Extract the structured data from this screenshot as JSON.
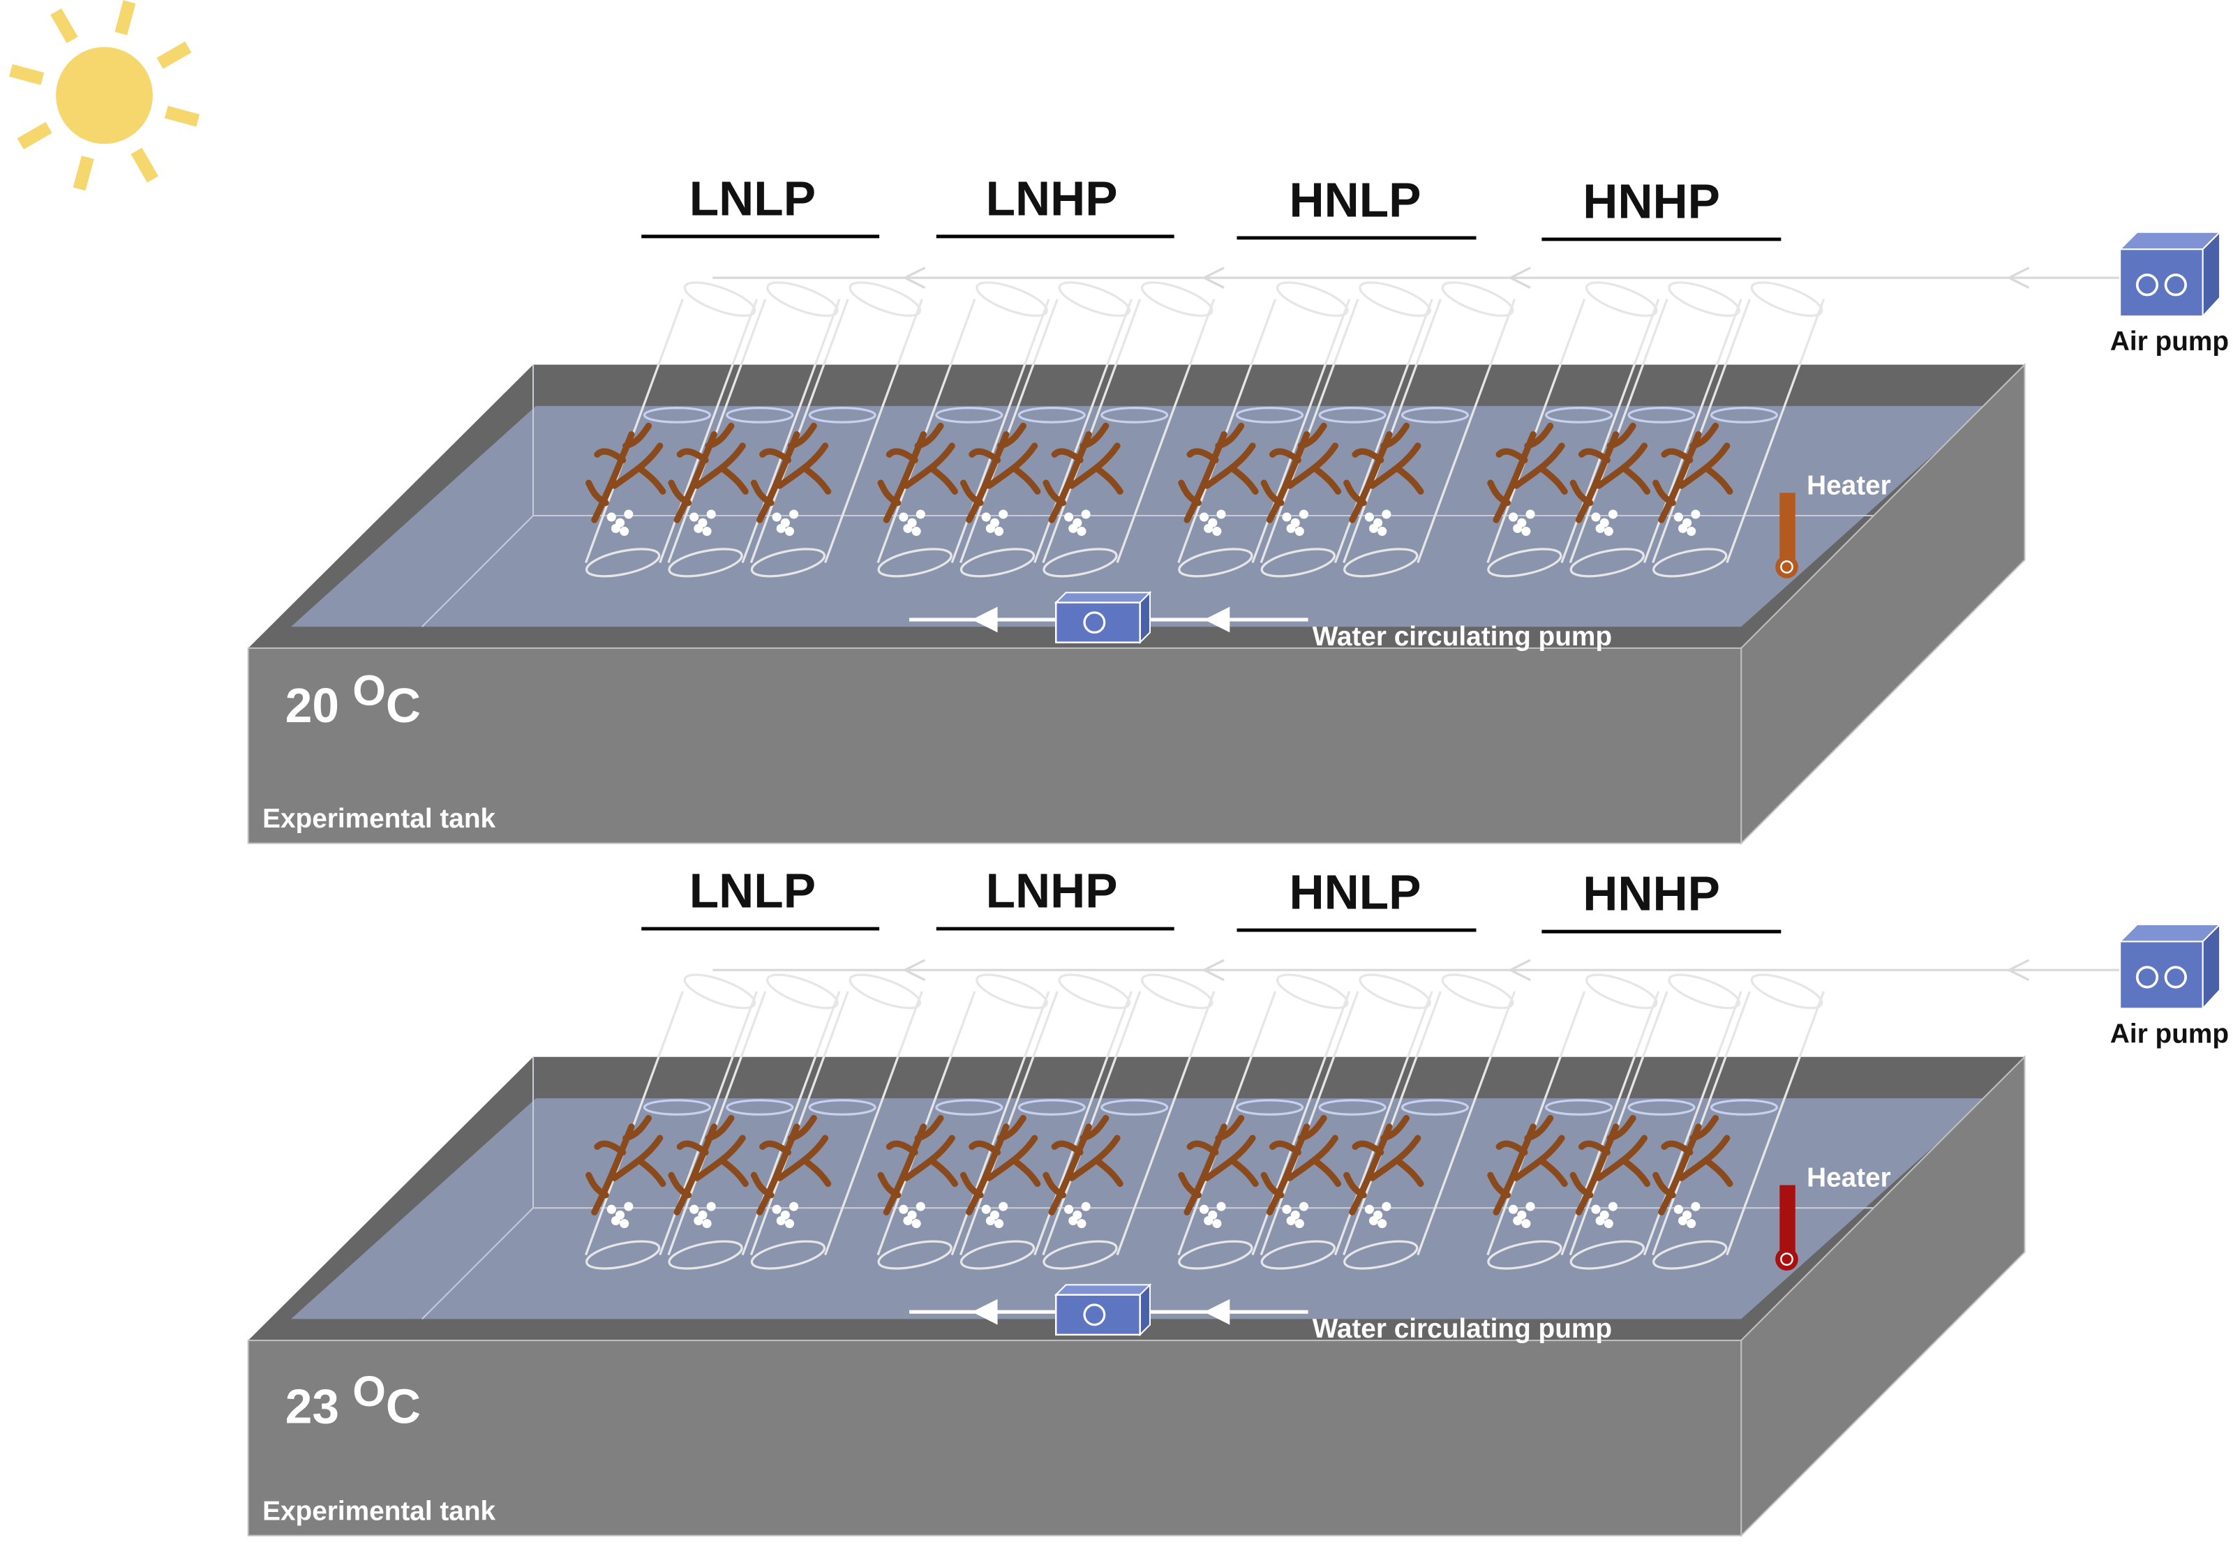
{
  "colors": {
    "tank_side": "#808080",
    "tank_top": "#666666",
    "water": "#8a94ad",
    "tube": "#e6e6e6",
    "seaweed": "#8b4a1c",
    "pump": "#5e76c2",
    "sun": "#f5d76e",
    "heater_low": "#b55a1f",
    "heater_high": "#a80f0f"
  },
  "sun": {
    "icon": "sun-icon"
  },
  "tanks": [
    {
      "temperature_value": "20 ",
      "temperature_unit": "OC",
      "tank_label": "Experimental tank",
      "heater_label": "Heater",
      "heater_color": "#b55a1f",
      "water_pump_label": "Water circulating pump",
      "air_pump_label": "Air pump",
      "groups": [
        "LNLP",
        "LNHP",
        "HNLP",
        "HNHP"
      ]
    },
    {
      "temperature_value": "23 ",
      "temperature_unit": "OC",
      "tank_label": "Experimental tank",
      "heater_label": "Heater",
      "heater_color": "#a80f0f",
      "water_pump_label": "Water circulating pump",
      "air_pump_label": "Air pump",
      "groups": [
        "LNLP",
        "LNHP",
        "HNLP",
        "HNHP"
      ]
    }
  ]
}
